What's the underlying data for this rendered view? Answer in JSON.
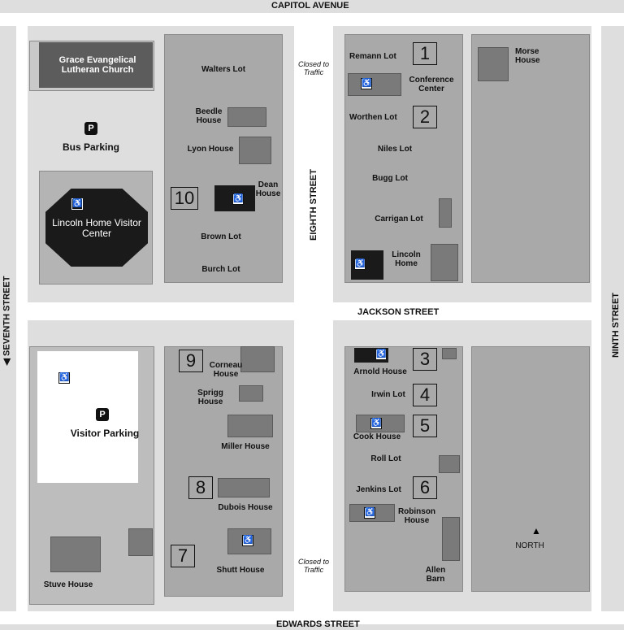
{
  "streets": {
    "north": "CAPITOL AVENUE",
    "south": "EDWARDS STREET",
    "middle": "JACKSON STREET",
    "west": "SEVENTH STREET",
    "center": "EIGHTH STREET",
    "east": "NINTH STREET"
  },
  "closed_to_traffic": "Closed to Traffic",
  "places": {
    "church": "Grace Evangelical Lutheran Church",
    "bus_parking": "Bus Parking",
    "visitor_center": "Lincoln Home Visitor Center",
    "visitor_parking": "Visitor Parking",
    "stuve_house": "Stuve House",
    "walters_lot": "Walters Lot",
    "beedle_house": "Beedle House",
    "lyon_house": "Lyon House",
    "dean_house": "Dean House",
    "brown_lot": "Brown Lot",
    "burch_lot": "Burch Lot",
    "corneau_house": "Corneau House",
    "sprigg_house": "Sprigg House",
    "miller_house": "Miller House",
    "dubois_house": "Dubois House",
    "shutt_house": "Shutt House",
    "remann_lot": "Remann Lot",
    "conference_center": "Conference Center",
    "worthen_lot": "Worthen Lot",
    "niles_lot": "Niles Lot",
    "bugg_lot": "Bugg Lot",
    "carrigan_lot": "Carrigan Lot",
    "lincoln_home": "Lincoln Home",
    "arnold_house": "Arnold House",
    "irwin_lot": "Irwin Lot",
    "cook_house": "Cook House",
    "roll_lot": "Roll Lot",
    "jenkins_lot": "Jenkins Lot",
    "robinson_house": "Robinson House",
    "allen_barn": "Allen Barn",
    "morse_house": "Morse House"
  },
  "numbers": [
    "1",
    "2",
    "3",
    "4",
    "5",
    "6",
    "7",
    "8",
    "9",
    "10"
  ],
  "parking_symbol": "P",
  "accessible_symbol": "♿",
  "north_label": "NORTH",
  "north_arrow": "▲",
  "west_arrow": "◀",
  "colors": {
    "background": "#dedede",
    "street": "#ffffff",
    "lot": "#a9a9a9",
    "building": "#7a7a7a",
    "building_dark": "#1a1a1a"
  }
}
